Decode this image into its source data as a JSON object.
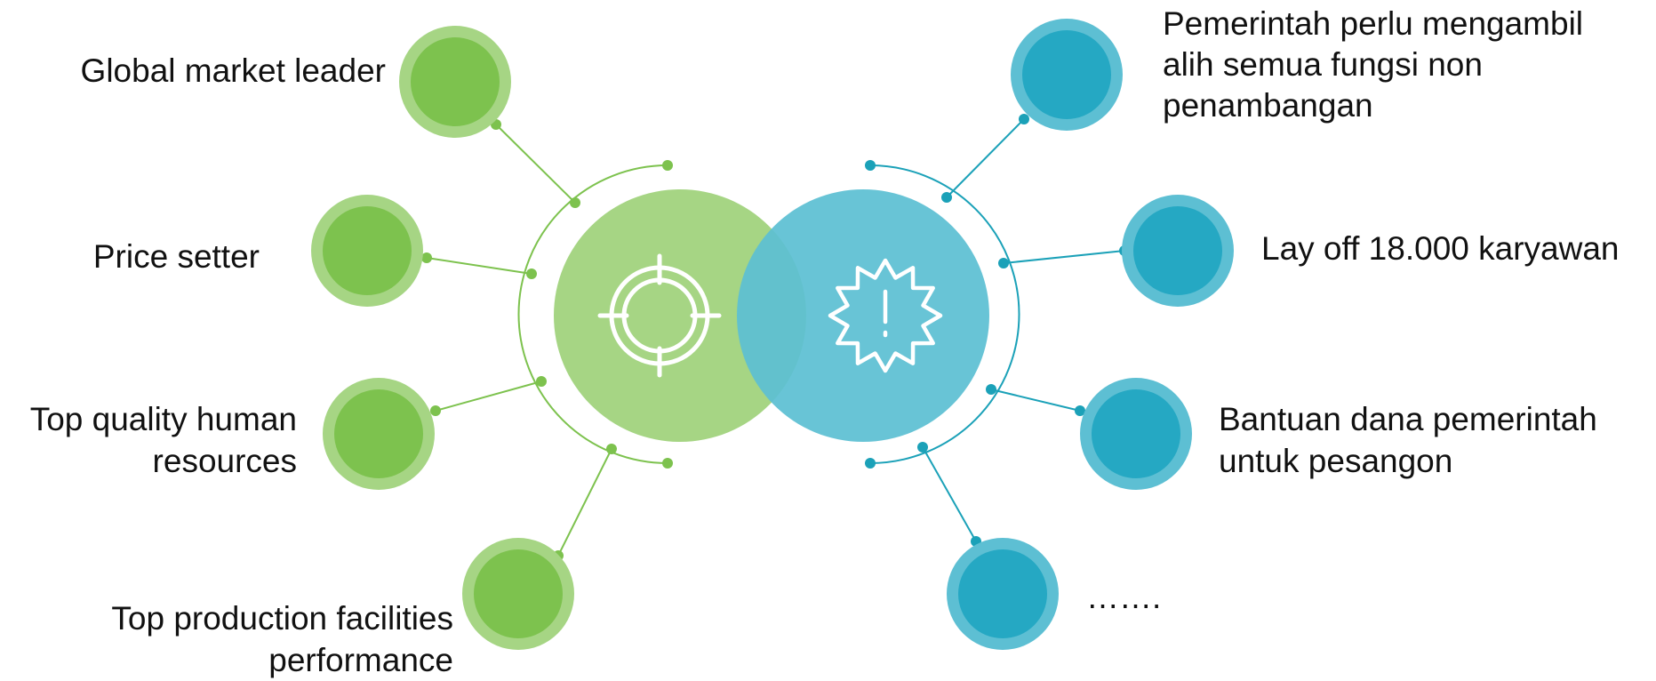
{
  "colors": {
    "green_outer": "#a6d584",
    "green_inner": "#7dc24e",
    "green_line": "#7dc24e",
    "blue_outer": "#5dbfd3",
    "blue_inner": "#25a8c3",
    "blue_line": "#1ba1b8",
    "center_green": "#a6d584",
    "center_blue": "#4fbcd1",
    "overlap": "#4ab5a8",
    "icon_stroke": "#ffffff"
  },
  "center": {
    "left_icon": "target-crosshair-icon",
    "right_icon": "alert-burst-icon"
  },
  "left_items": [
    {
      "lines": [
        "Global market leader"
      ]
    },
    {
      "lines": [
        "Price setter"
      ]
    },
    {
      "lines": [
        "Top quality human",
        "resources"
      ]
    },
    {
      "lines": [
        "Top production facilities",
        "performance"
      ]
    }
  ],
  "right_items": [
    {
      "lines": [
        "Pemerintah perlu mengambil",
        "alih semua fungsi non",
        "penambangan"
      ]
    },
    {
      "lines": [
        "Lay off 18.000 karyawan"
      ]
    },
    {
      "lines": [
        "Bantuan dana pemerintah",
        "untuk pesangon"
      ]
    },
    {
      "lines": [
        "……."
      ]
    }
  ]
}
